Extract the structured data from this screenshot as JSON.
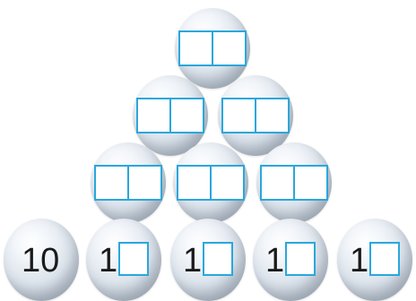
{
  "pyramid": {
    "bottom_row": [
      {
        "text": "10"
      },
      {
        "tens_digit": "1"
      },
      {
        "tens_digit": "1"
      },
      {
        "tens_digit": "1"
      },
      {
        "tens_digit": "1"
      }
    ]
  },
  "colors": {
    "box_border": "#2aa7dc",
    "ball_light": "#f3f6fa",
    "ball_shadow": "#8f9aa6"
  }
}
